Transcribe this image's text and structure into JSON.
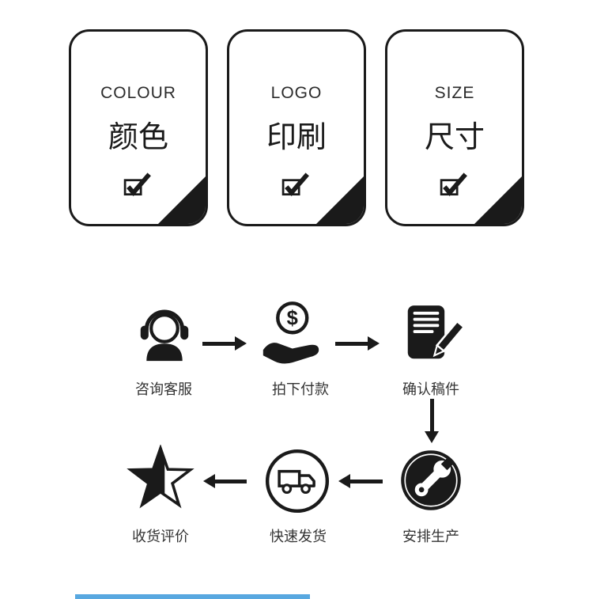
{
  "colors": {
    "ink": "#1a1a1a",
    "label_text": "#333333",
    "blue_bar": "#58a8e0"
  },
  "cards": [
    {
      "en": "COLOUR",
      "zh": "颜色",
      "checked": true
    },
    {
      "en": "LOGO",
      "zh": "印刷",
      "checked": true
    },
    {
      "en": "SIZE",
      "zh": "尺寸",
      "checked": true
    }
  ],
  "flow": {
    "payment_symbol": "$",
    "row1": [
      {
        "label": "咨询客服",
        "icon": "customer-service-icon"
      },
      {
        "label": "拍下付款",
        "icon": "payment-icon"
      },
      {
        "label": "确认稿件",
        "icon": "document-confirm-icon"
      }
    ],
    "row2": [
      {
        "label": "收货评价",
        "icon": "star-icon"
      },
      {
        "label": "快速发货",
        "icon": "truck-icon"
      },
      {
        "label": "安排生产",
        "icon": "wrench-icon"
      }
    ]
  }
}
